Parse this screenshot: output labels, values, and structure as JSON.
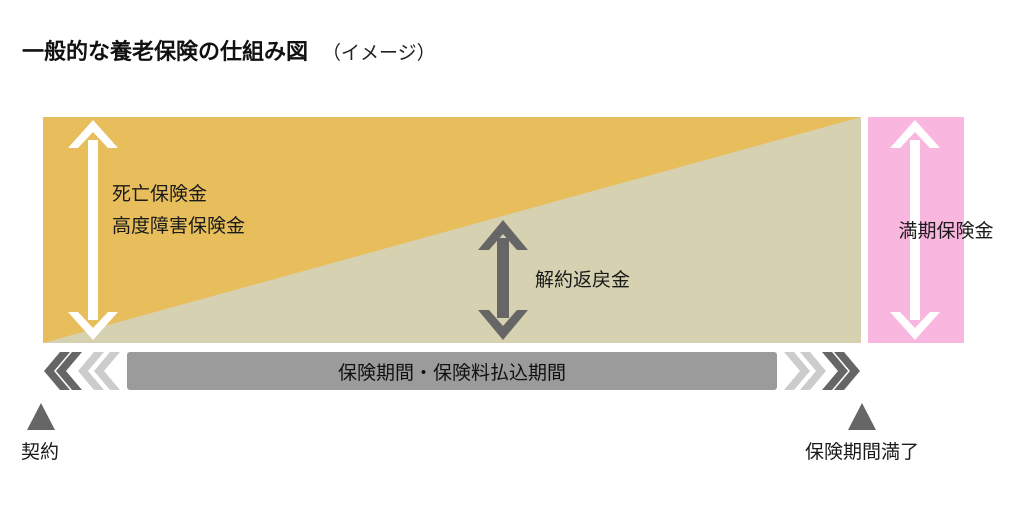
{
  "title": {
    "main": "一般的な養老保険の仕組み図",
    "sub": "（イメージ）"
  },
  "labels": {
    "death_benefit_line1": "死亡保険金",
    "death_benefit_line2": "高度障害保険金",
    "surrender_value": "解約返戻金",
    "maturity_benefit": "満期保険金",
    "period_bar": "保険期間・保険料払込期間",
    "contract": "契約",
    "maturity": "保険期間満了"
  },
  "colors": {
    "death_benefit_area": "#E8BE5C",
    "surrender_area": "#D6D1B0",
    "maturity_panel": "#F9B7DF",
    "period_bar": "#9B9B9B",
    "dark_arrow": "#666666",
    "light_chevron": "#CCCCCC",
    "marker": "#666666",
    "white_arrow": "#FFFFFF"
  },
  "icons": {
    "death_arrow": "double-headed-vertical-arrow",
    "surrender_arrow": "double-headed-vertical-arrow",
    "maturity_arrow": "double-headed-vertical-arrow",
    "left_chevrons": "chevron-left-icon",
    "right_chevrons": "chevron-right-icon",
    "markers": "triangle-up-icon"
  }
}
